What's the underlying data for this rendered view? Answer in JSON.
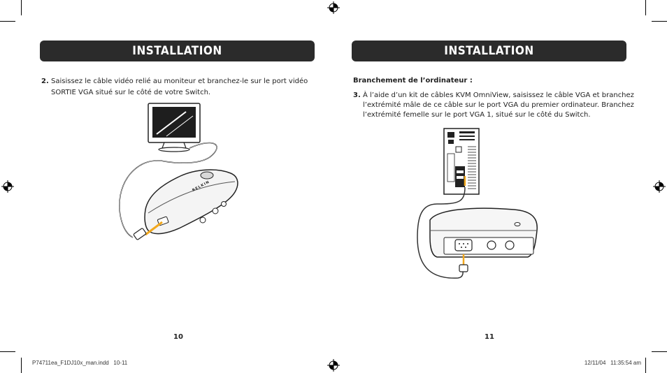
{
  "left_page": {
    "header": "INSTALLATION",
    "step_number": "2.",
    "step_text_line1": "Saisissez le câble vidéo relié au moniteur et branchez-le sur le port vidéo",
    "step_text_line2": "SORTIE VGA situé sur le côté de votre Switch.",
    "device_brand": "BELKIN",
    "page_number": "10"
  },
  "right_page": {
    "header": "INSTALLATION",
    "subheading": "Branchement de l’ordinateur :",
    "step_number": "3.",
    "step_text_line1": "À l’aide d’un kit de câbles KVM OmniView, saisissez le câble VGA et branchez",
    "step_text_line2": "l’extrémité mâle de ce câble sur le port VGA du premier ordinateur. Branchez",
    "step_text_line3": "l’extrémité femelle sur le port VGA 1, situé sur le côté du Switch.",
    "page_number": "11"
  },
  "slug": {
    "file": "P74711ea_F1DJ10x_man.indd   10-11",
    "timestamp": "12/11/04   11:35:54 am"
  },
  "colors": {
    "header_bar": "#2b2b2b",
    "highlight_cable": "#f2a81d"
  }
}
